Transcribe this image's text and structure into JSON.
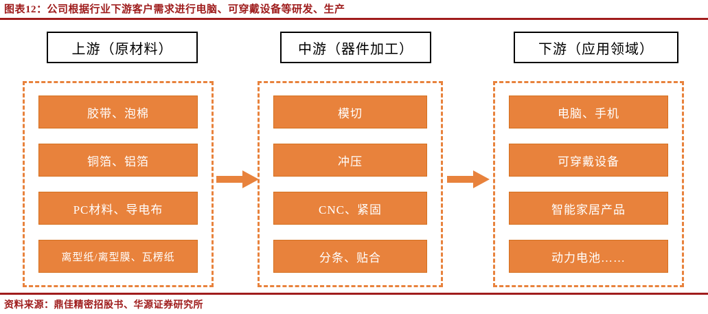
{
  "title": "图表12：公司根据行业下游客户需求进行电脑、可穿戴设备等研发、生产",
  "source": "资料来源：鼎佳精密招股书、华源证券研究所",
  "colors": {
    "accent_orange": "#E8823C",
    "accent_orange_border": "#D4701F",
    "title_red": "#9E1B1B",
    "rule_red": "#A01C1C",
    "box_border_black": "#000000",
    "item_text": "#FFFFFF"
  },
  "stages": [
    {
      "header": "上游（原材料）",
      "items": [
        "胶带、泡棉",
        "铜箔、铝箔",
        "PC材料、导电布",
        "离型纸/离型膜、瓦楞纸"
      ]
    },
    {
      "header": "中游（器件加工）",
      "items": [
        "模切",
        "冲压",
        "CNC、紧固",
        "分条、贴合"
      ]
    },
    {
      "header": "下游（应用领域）",
      "items": [
        "电脑、手机",
        "可穿戴设备",
        "智能家居产品",
        "动力电池……"
      ]
    }
  ],
  "arrows": [
    {
      "name": "upstream-to-midstream",
      "direction": "right"
    },
    {
      "name": "midstream-to-downstream",
      "direction": "right"
    }
  ]
}
